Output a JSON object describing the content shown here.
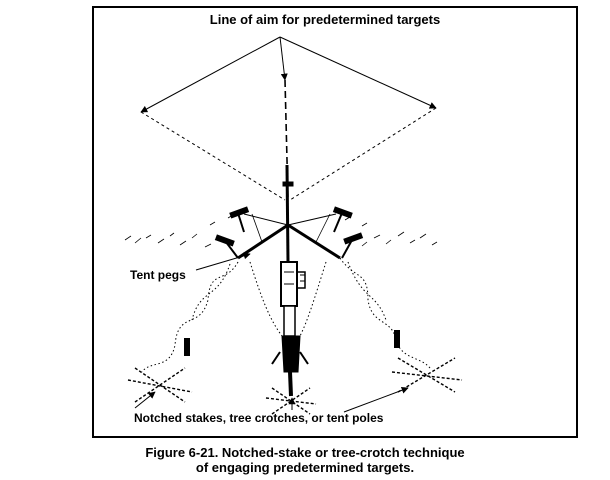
{
  "labels": {
    "top": "Line of aim for predetermined targets",
    "tent_pegs": "Tent pegs",
    "stakes": "Notched stakes, tree crotches, or tent poles"
  },
  "caption": {
    "line1": "Figure 6-21. Notched-stake or tree-crotch technique",
    "line2": "of engaging predetermined targets."
  }
}
